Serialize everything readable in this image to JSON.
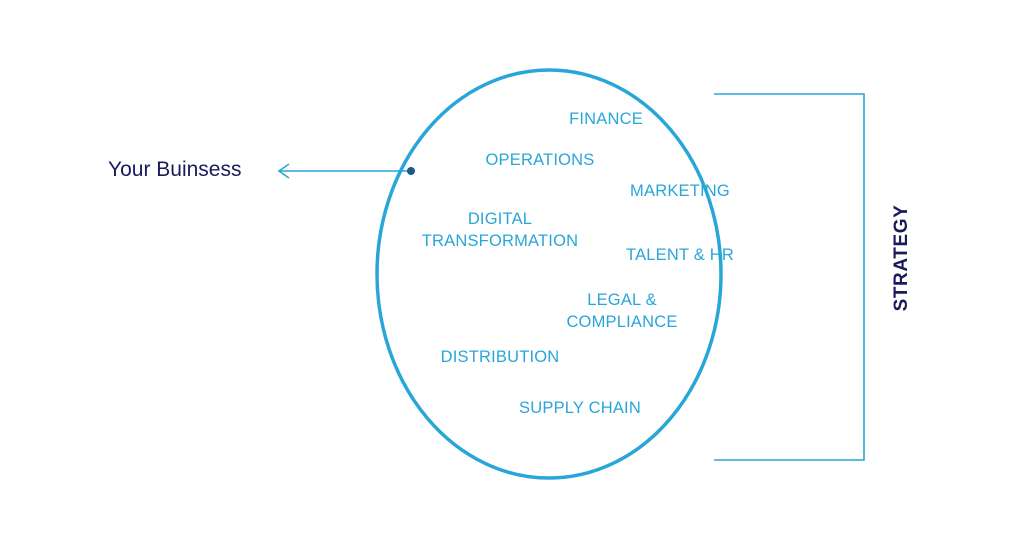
{
  "business": {
    "label": "Your Buinsess"
  },
  "strategy": {
    "label": "STRATEGY"
  },
  "functions": {
    "finance": "FINANCE",
    "operations": "OPERATIONS",
    "marketing": "MARKETING",
    "digital_line1": "DIGITAL",
    "digital_line2": "TRANSFORMATION",
    "talent_hr": "TALENT & HR",
    "legal_line1": "LEGAL &",
    "legal_line2": "COMPLIANCE",
    "distribution": "DISTRIBUTION",
    "supply_chain": "SUPPLY CHAIN"
  },
  "colors": {
    "accent": "#29a6d8",
    "dark_text": "#1b1b5b"
  }
}
